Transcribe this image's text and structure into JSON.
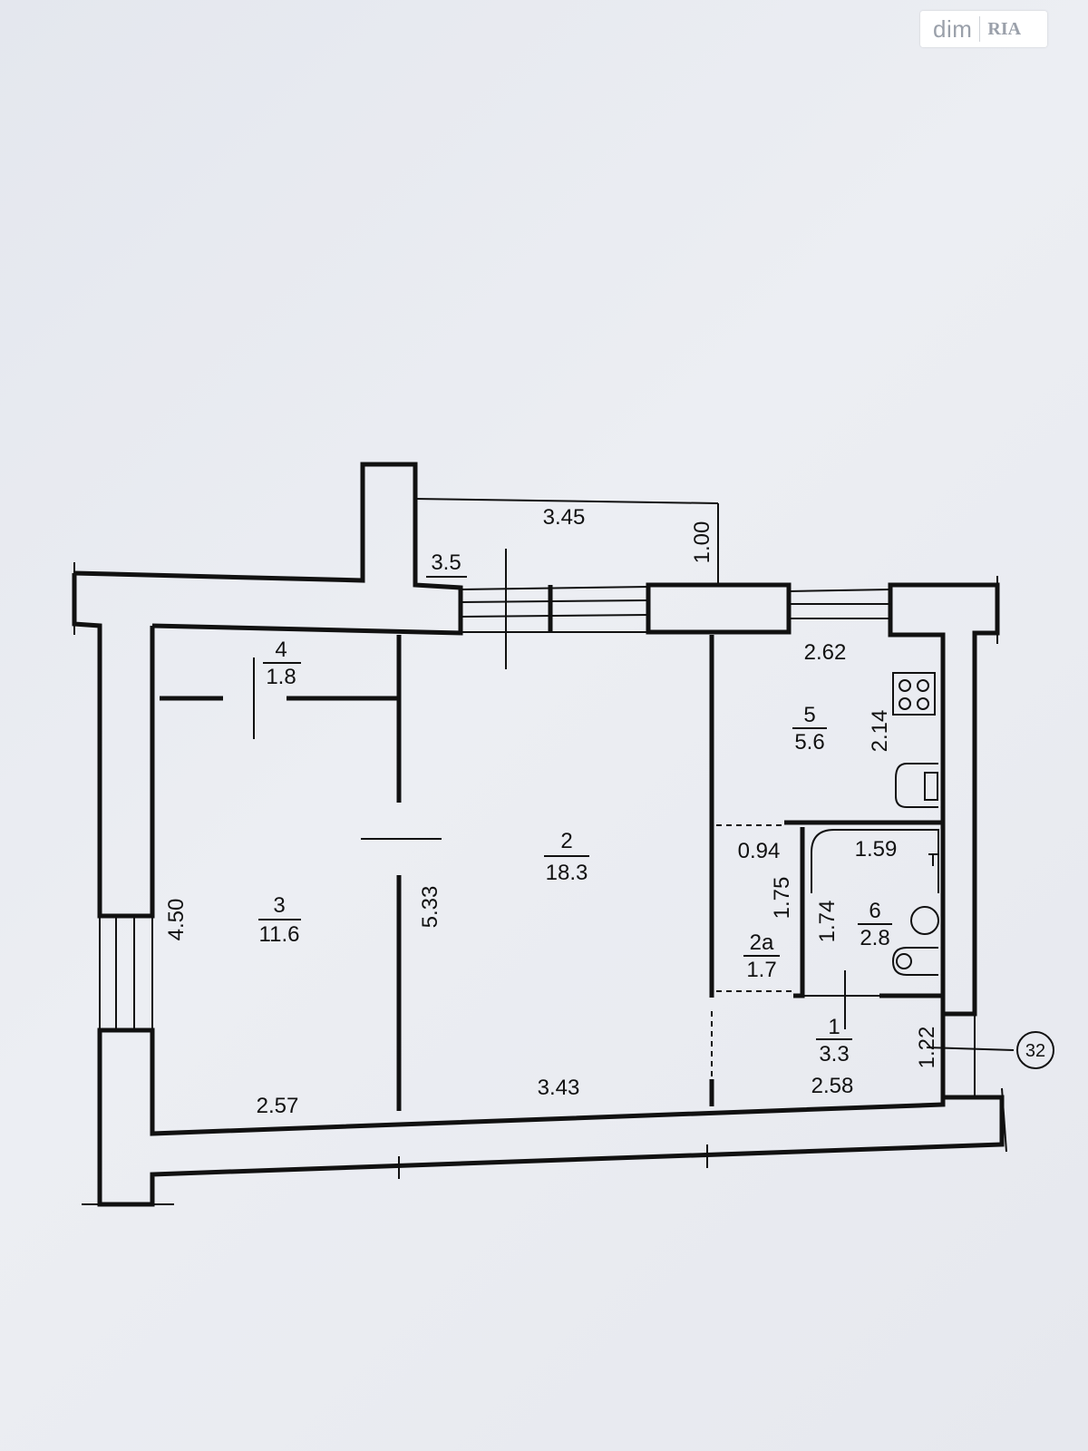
{
  "watermark": {
    "brand_left": "dim",
    "brand_right": "RIA"
  },
  "rooms": [
    {
      "number": "2",
      "area": "18.3"
    },
    {
      "number": "3",
      "area": "11.6"
    },
    {
      "number": "4",
      "area": "1.8"
    },
    {
      "number": "5",
      "area": "5.6"
    },
    {
      "number": "6",
      "area": "2.8"
    },
    {
      "number": "1",
      "area": "3.3"
    },
    {
      "number": "2а",
      "area": "1.7"
    }
  ],
  "dimensions": {
    "balcony_length": "3.45",
    "balcony_depth": "1.00",
    "balcony_area": "3.5",
    "kitchen_width": "2.62",
    "kitchen_depth": "2.14",
    "left_wall": "4.50",
    "room2_depth": "5.33",
    "bottom_room3": "2.57",
    "bottom_room2": "3.43",
    "bottom_hall": "2.58",
    "closet_width": "0.94",
    "closet_depth": "1.75",
    "bath_width": "1.59",
    "bath_depth": "1.74",
    "entry_width": "1.22"
  },
  "stairwell_marker": "32"
}
